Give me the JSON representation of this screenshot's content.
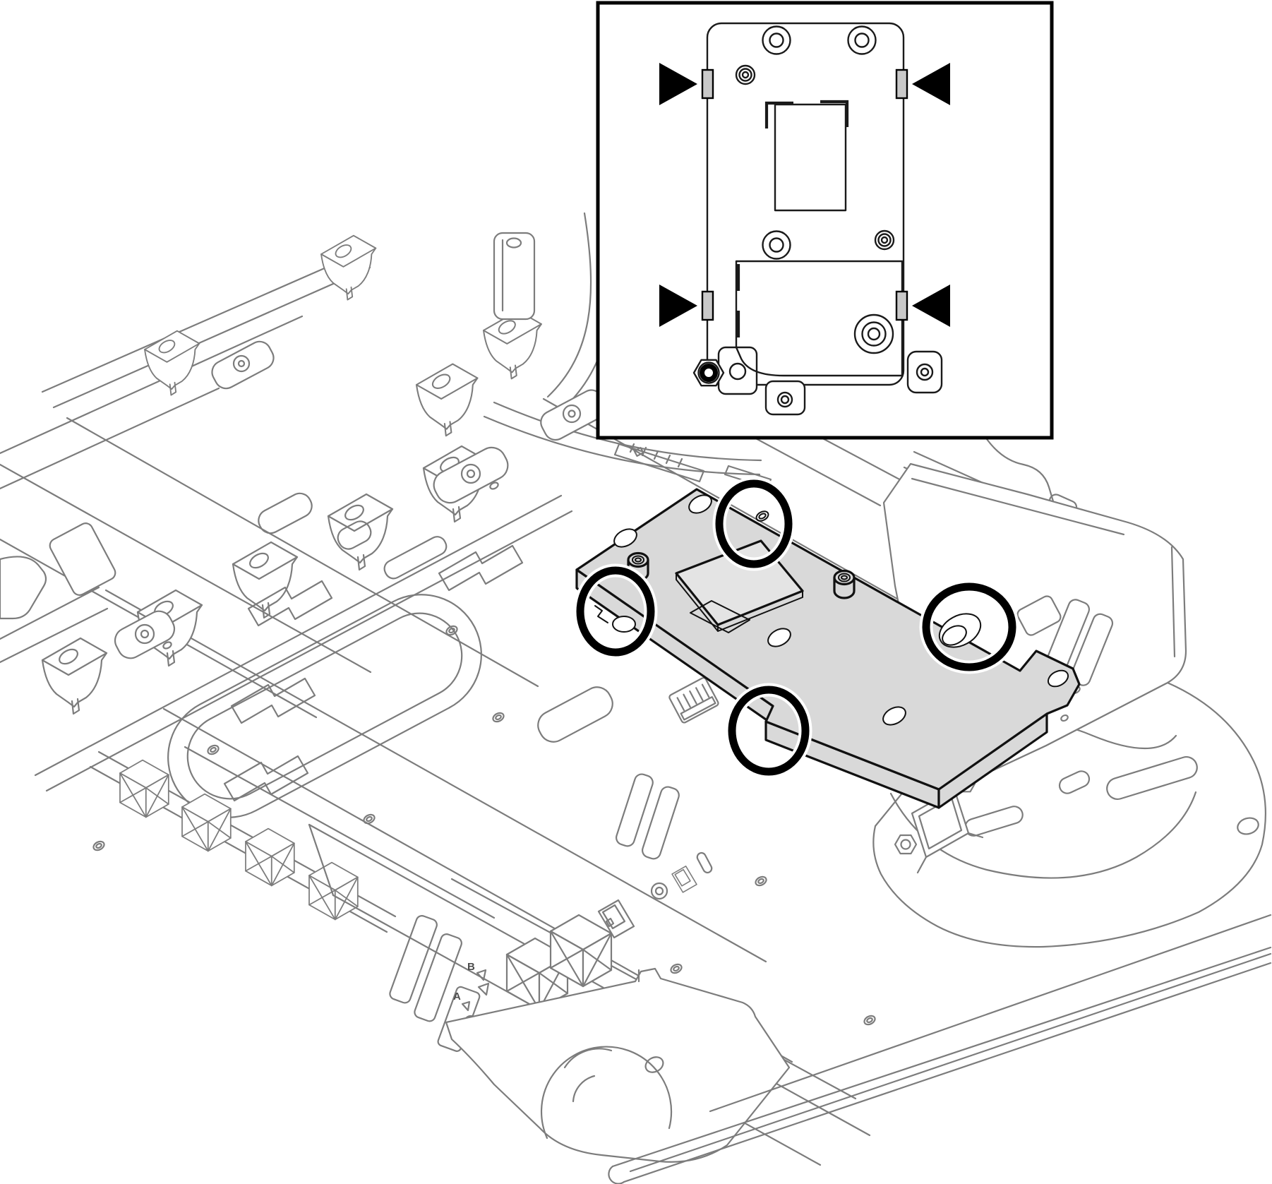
{
  "figure": {
    "description": "Isometric exploded line drawing of a water-cooled server tray; a shaded adapter bracket plate is highlighted with four callout circles, and an inset panel shows the back of the bracket with four alignment arrows pointing at its clip tabs.",
    "callout_circle_count": 4,
    "inset": {
      "alignment_arrow_count": 4,
      "clip_tab_count": 4
    }
  },
  "labels": {
    "port_a": "A",
    "port_b": "B"
  },
  "colors": {
    "background": "#ffffff",
    "line_gray": "#7c7c7c",
    "line_black": "#1a1a1a",
    "highlight_fill": "#d9d9d9",
    "chip_fill": "#e4e4e4",
    "clip_fill": "#c9c9c9",
    "arrow_black": "#000000",
    "callout_black": "#000000"
  }
}
